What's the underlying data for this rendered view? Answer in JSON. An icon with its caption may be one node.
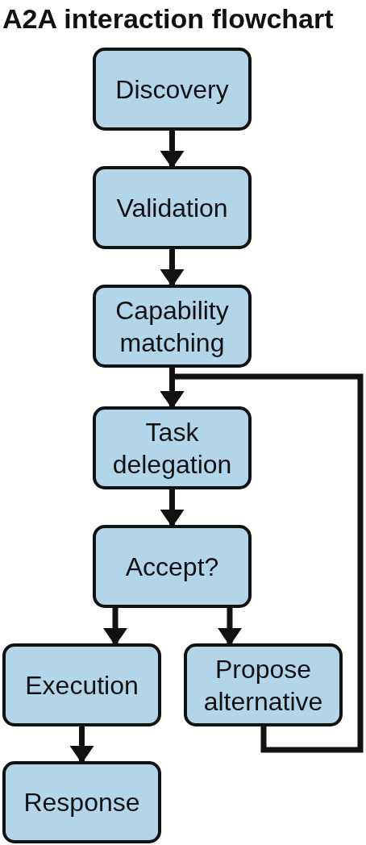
{
  "diagram": {
    "title": "A2A interaction flowchart",
    "nodes": [
      {
        "text": [
          "Discovery"
        ]
      },
      {
        "text": [
          "Validation"
        ]
      },
      {
        "text": [
          "Capability matching"
        ]
      },
      {
        "text": [
          "Task delegation"
        ]
      },
      {
        "text": [
          "Accept?"
        ]
      },
      {
        "text": [
          "Execution"
        ]
      },
      {
        "text": [
          "Propose alternative"
        ]
      },
      {
        "text": [
          "Response"
        ]
      }
    ],
    "edges": [
      {
        "from": 0,
        "to": 1,
        "arrow": "to"
      },
      {
        "from": 1,
        "to": 2,
        "arrow": "to"
      },
      {
        "from": 2,
        "to": 3,
        "arrow": "to"
      },
      {
        "from": 3,
        "to": 4,
        "arrow": "to"
      },
      {
        "from": 4,
        "to": 5,
        "arrow": "to"
      },
      {
        "from": 4,
        "to": 6,
        "arrow": "to"
      },
      {
        "from": 5,
        "to": 7,
        "arrow": "to"
      },
      {
        "from": 6,
        "to": 3,
        "arrow": "to"
      }
    ]
  }
}
